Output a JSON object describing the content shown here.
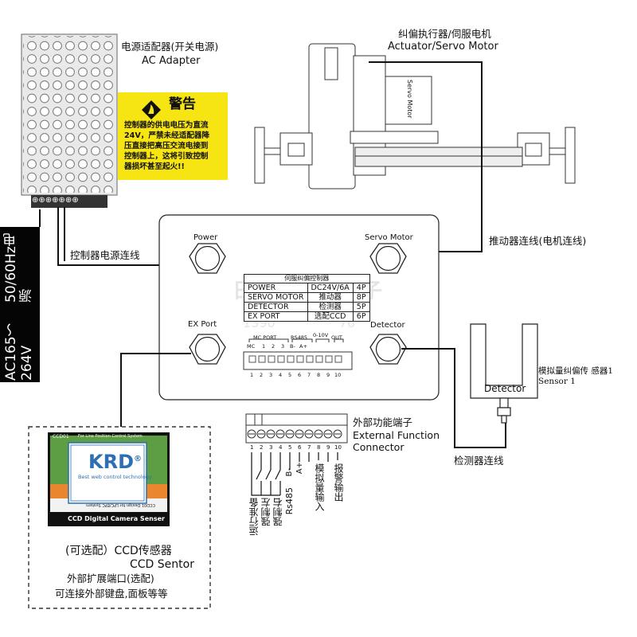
{
  "adapter": {
    "title_cn": "电源适配器(开关电源)",
    "title_en": "AC Adapter",
    "terminals": "⊕⊕⊕⊕⊕⊕⊕"
  },
  "warning": {
    "title": "警告",
    "lines": [
      "控制器的供电电压为直流",
      "24V，严禁未经适配器降",
      "压直接把高压交流电接到",
      "控制器上，这将引致控制",
      "器损坏甚至起火!!"
    ]
  },
  "mains_label": [
    "AC165～264V",
    "50/60Hz电源"
  ],
  "actuator": {
    "title_cn": "纠偏执行器/伺服电机",
    "title_en": "Actuator/Servo Motor",
    "motor_text": "Servo Motor"
  },
  "controller": {
    "ports": {
      "power": "Power",
      "servo": "Servo Motor",
      "ex": "EX Port",
      "detector": "Detector"
    },
    "table_title": "伺服纠偏控制器",
    "table": [
      [
        "POWER",
        "DC24V/6A",
        "4P"
      ],
      [
        "SERVO MOTOR",
        "推动器",
        "8P"
      ],
      [
        "DETECTOR",
        "检测器",
        "5P"
      ],
      [
        "EX PORT",
        "选配CCD",
        "6P"
      ]
    ],
    "watermark": [
      "日",
      "电子",
      "1390",
      "76"
    ],
    "terminal_labels": {
      "mc_port": "MC PORT",
      "rs485": "RS485",
      "v010": "0-10V",
      "out": "OUT",
      "mc": "MC",
      "t1": "1",
      "t2": "2",
      "t3": "3",
      "bm": "B-",
      "ap": "A+"
    },
    "pins": [
      "1",
      "2",
      "3",
      "4",
      "5",
      "6",
      "7",
      "8",
      "9",
      "10"
    ]
  },
  "wires": {
    "power_cable": "控制器电源连线",
    "actuator_cable": "推动器连线(电机连线)",
    "detector_cable": "检测器连线"
  },
  "detector": {
    "label": "Detector",
    "note": "模拟量纠偏传   感器1 Sensor 1"
  },
  "ext_terminal": {
    "title_cn": "外部功能端子",
    "title_en": [
      "External Function",
      "Connector"
    ],
    "pins": [
      "1",
      "2",
      "3",
      "4",
      "5",
      "6",
      "7",
      "8",
      "9",
      "10"
    ],
    "texts": {
      "run_ready": "运行准备",
      "force_left": "强制左",
      "force_right": "强制右",
      "rs485": "Rs485",
      "bm": "B-",
      "ap": "A+",
      "analog": "模拟量输入",
      "alarm": "报警输出"
    }
  },
  "ccd": {
    "code": "CCD01",
    "banner": "For Line Position Control System",
    "brand": "KRD",
    "reg": "®",
    "slogan": "Best web control technology",
    "footer": "CCD Digital Camera Senser",
    "rev_text": "CCD01  Design for LPC/EPC System",
    "caption": [
      "(可选配）CCD传感器",
      "CCD Sentor"
    ],
    "ext_port": [
      "外部扩展端口(选配)",
      "可连接外部键盘,面板等等"
    ]
  },
  "colors": {
    "warning": "#f6e413",
    "ccd_green": "#5d9e44",
    "ccd_orange": "#e9862e",
    "ccd_blue": "#2d6fb2"
  }
}
